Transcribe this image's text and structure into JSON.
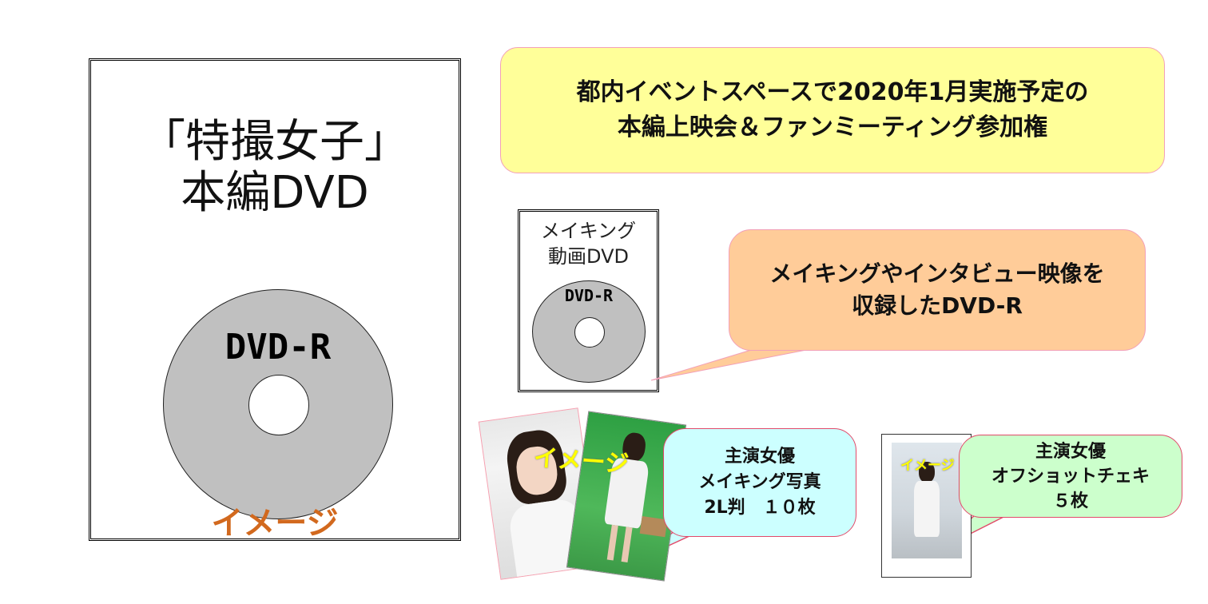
{
  "main_dvd": {
    "title_line1": "「特撮女子」",
    "title_line2": "本編DVD",
    "disc_label": "DVD-R",
    "image_note": "イメージ"
  },
  "event_box": {
    "line1": "都内イベントスペースで2020年1月実施予定の",
    "line2": "本編上映会＆ファンミーティング参加権"
  },
  "making_dvd": {
    "title_line1": "メイキング",
    "title_line2": "動画DVD",
    "disc_label": "DVD-R"
  },
  "making_callout": {
    "line1": "メイキングやインタビュー映像を",
    "line2": "収録したDVD-R"
  },
  "photos": {
    "image_stamp": "イメージ",
    "callout_line1": "主演女優",
    "callout_line2": "メイキング写真",
    "callout_line3": "2L判　１０枚"
  },
  "cheki": {
    "image_stamp": "イメージ",
    "callout_line1": "主演女優",
    "callout_line2": "オフショットチェキ",
    "callout_line3": "５枚"
  },
  "colors": {
    "event_box_bg": "#ffff99",
    "making_callout_bg": "#ffcc99",
    "photo_callout_bg": "#ccffff",
    "cheki_callout_bg": "#ccffcc",
    "image_note": "#d2691e",
    "disc": "#c0c0c0"
  }
}
